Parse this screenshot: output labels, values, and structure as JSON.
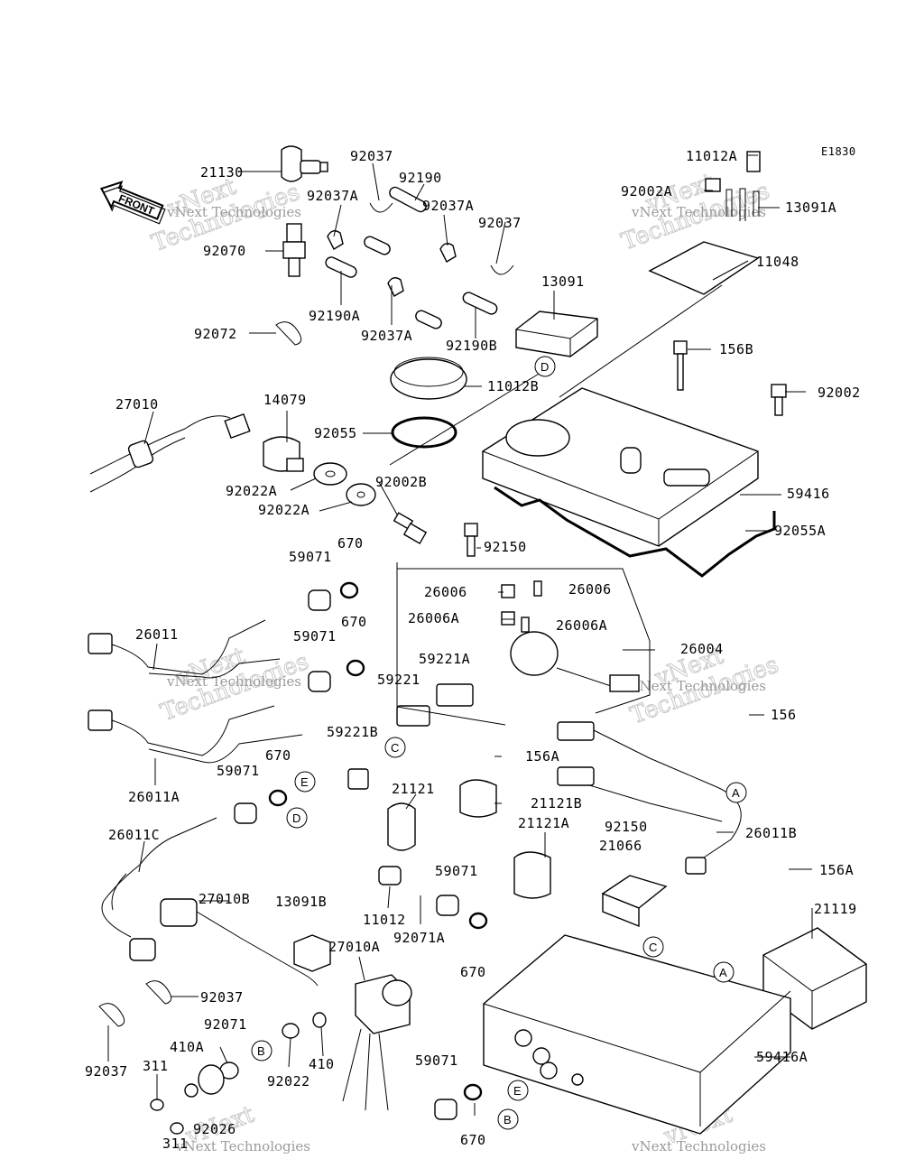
{
  "diagram": {
    "code": "E1830",
    "front_label": "FRONT",
    "watermark": {
      "line1": "vNext",
      "line2": "Technologies",
      "inline": "vNext Technologies"
    },
    "refs": [
      "A",
      "B",
      "C",
      "D",
      "E"
    ],
    "part_numbers": [
      "21130",
      "92037",
      "92190",
      "11012A",
      "92002A",
      "13091A",
      "92037A",
      "92037A",
      "92037",
      "92070",
      "11048",
      "13091",
      "92190A",
      "92037A",
      "92190B",
      "92072",
      "156B",
      "11012B",
      "92002",
      "27010",
      "14079",
      "92055",
      "59416",
      "92022A",
      "92002B",
      "92055A",
      "92022A",
      "670",
      "59071",
      "92150",
      "26006",
      "26006",
      "26006A",
      "26006A",
      "26011",
      "670",
      "59071",
      "26004",
      "59221A",
      "59221",
      "156",
      "156A",
      "59221B",
      "26011A",
      "670",
      "59071",
      "21121",
      "21121B",
      "21121A",
      "92150",
      "26011B",
      "26011C",
      "21066",
      "156A",
      "59071",
      "27010B",
      "13091B",
      "11012",
      "92071A",
      "21119",
      "27010A",
      "670",
      "92037",
      "92071",
      "410A",
      "92022",
      "410",
      "92037",
      "311",
      "59416A",
      "92026",
      "59071",
      "311",
      "670"
    ]
  }
}
